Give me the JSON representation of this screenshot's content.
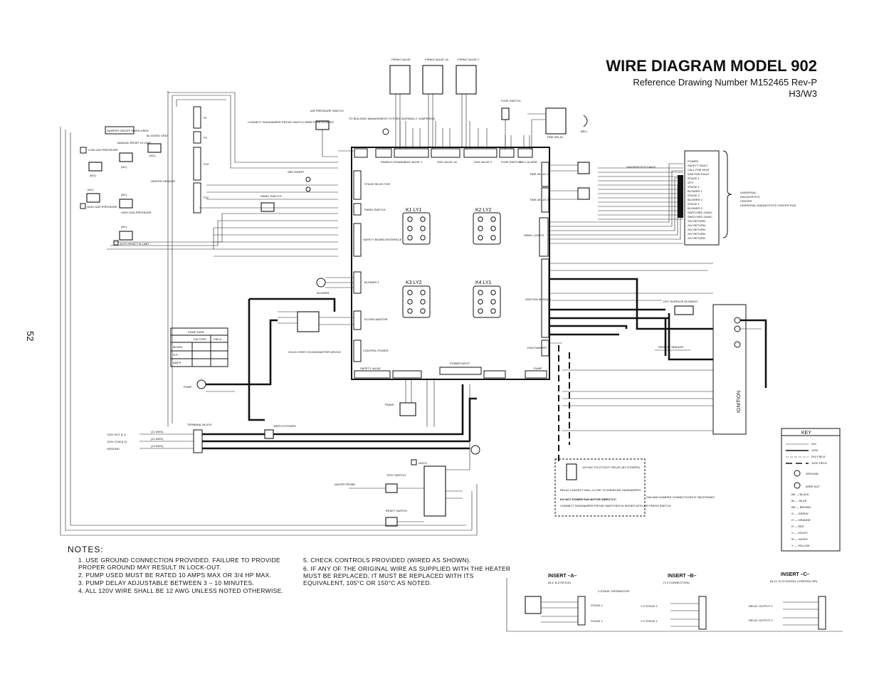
{
  "header": {
    "title": "WIRE DIAGRAM MODEL 902",
    "reference": "Reference Drawing Number M152465 Rev-P",
    "variant": "H3/W3"
  },
  "page_number": "52",
  "top_components": {
    "firing_valve": "FIRING VALVE",
    "firing_valve_1a": "FIRING VALVE 1A",
    "firing_valve_2": "FIRING VALVE 2",
    "fuse_switch": "FUSE SWITCH",
    "time_delay": "TIME DELAY",
    "bell": "BELL",
    "air_pressure_switch": "AIR PRESSURE SWITCH",
    "connect_fan": "CONNECT FAN/DAMPER PROVE SWITCH HERE IF NECESSARY",
    "to_building": "TO BUILDING MANAGEMENT SYSTEM (NORMALLY JUMPERED)"
  },
  "left_components": {
    "damper": "DAMPER ON/OFF WHEN USED",
    "low_gas": "LOW GAS PRESSURE",
    "manual_reset": "MANUAL RESET HI LIMIT",
    "blocked_vent": "BLOCKED VENT",
    "high_gas": "HIGH GAS PRESSURE",
    "heater_sensor": "HEATER SENSOR",
    "high_gas_2": "HIGH GAS PRESSURE",
    "auto_reset": "AUTO RESET HI LIMIT",
    "panel_switch": "PANEL SWITCH",
    "see_insert": "SEE INSERT",
    "nc": "(NC)",
    "no": "(NO)"
  },
  "board": {
    "relays": [
      "K1 LY1",
      "K2 LY2",
      "K3 LY2",
      "K4 LY1"
    ],
    "labels": {
      "stage_selector": "STAGE SELECTOR",
      "panel_switch": "PANEL SWITCH",
      "safety_board": "SAFETY BOARD INTERFACE",
      "blower": "BLOWER 1",
      "econo": "ECONO-MASTER",
      "control_power": "CONTROL POWER",
      "safety_valve": "SAFETY VALVE",
      "power_input": "POWER INPUT",
      "panel_lights": "PANEL LIGHTS",
      "time_delay_1": "TIME DELAY 1",
      "time_delay_2": "TIME DELAY 2",
      "ignition_module": "IGNITION MODULE",
      "fan_damper": "FAN/ DAMPER",
      "pump": "PUMP",
      "enable": "ENABLE/ DISABLE",
      "gas_valve_1": "GAS VALVE 1",
      "gas_valve_1a": "GAS VALVE 1A",
      "gas_valve_2": "GAS VALVE 2",
      "fuse_switch": "FUSE SWITCH",
      "bell_alarm": "BELL ALARM"
    }
  },
  "right_components": {
    "diagnostics_cable": "DIAGNOSTICS CABLE",
    "udc": "UNIVERSAL DIAGNOSTICS CENTER PCB",
    "udc_pins": [
      "POWER",
      "SAFETY FAULT",
      "CALL FOR HEAT",
      "IGNITION FAULT",
      "STAGE 1",
      "GFV",
      "STAGE 2",
      "BLOWER 1",
      "STAGE 3",
      "BLOWER 2",
      "STAGE 4",
      "BLOWER 3",
      "SWITCHED 24VAC",
      "SWITCHED 24VAC",
      "24V RETURN",
      "24V RETURN",
      "24V RETURN",
      "24V RETURN",
      "24V RETURN"
    ],
    "hot_surface": "HOT SURFACE ELEMENT",
    "remote_sensor": "REMOTE SENSOR",
    "ignition": "IGNITION",
    "pilot_relay": "120 VAC PILOT DUTY RELAY (BY OTHERS)",
    "relay_contact": "RELAY CONTACT WILL CLOSE TO ENERGIZE FAN/DAMPER.",
    "do_not_power": "DO NOT POWER FAN MOTOR DIRECTLY!",
    "connect_prove": "CONNECT FAN/DAMPER PROVE SWITCHES IN SERIES WITH AIR PRESS SWITCH",
    "fan_damper_conn": "FAN AND DAMPER CONNECTIONS IF NECESSARY"
  },
  "pump_data": {
    "title": "PUMP DATA",
    "col_factory": "FACTORY",
    "col_field": "FIELD",
    "rows": [
      "MODEL",
      "H.P. :",
      "AMPS"
    ]
  },
  "bottom_left": {
    "solid_state": "SOLID-STATE ECONOMASTER DEVICE",
    "blower": "BLOWER",
    "pump": "PUMP",
    "trans": "TRANS",
    "terminal_block": "TERMINAL BLOCK",
    "hot": "120V HOT (L1)",
    "com": "120V COM (L2)",
    "ground": "GROUND",
    "wire12": "(12 AWG)",
    "switch_power": "SWITCH POWER",
    "lwco": "LWCO",
    "water_probe": "WATER PROBE",
    "test_switch": "TEST SWITCH",
    "reset_switch": "RESET SWITCH"
  },
  "key": {
    "title": "KEY",
    "items": [
      "24V",
      "120V",
      "24V FIELD",
      "120V FIELD",
      "GROUND",
      "WIRE NUT"
    ],
    "colors": [
      "BK — BLACK",
      "BL — BLUE",
      "BR — BROWN",
      "G — GREEN",
      "O — ORANGE",
      "R — RED",
      "V — VIOLET",
      "W — WHITE",
      "Y — YELLOW"
    ]
  },
  "notes": {
    "heading": "NOTES:",
    "left": [
      "1.  USE GROUND CONNECTION PROVIDED. FAILURE TO PROVIDE",
      "     PROPER GROUND MAY RESULT IN LOCK-OUT.",
      "2.  PUMP USED MUST BE RATED 10 AMPS MAX OR 3/4 HP MAX.",
      "3.  PUMP DELAY ADJUSTABLE BETWEEN 3 – 10 MINUTES.",
      "4.  ALL 120V WIRE SHALL BE 12 AWG UNLESS NOTED OTHERWISE."
    ],
    "right": [
      "5.  CHECK CONTROLS PROVIDED (WIRED AS SHOWN).",
      "6.  IF ANY OF THE ORIGINAL WIRE AS SUPPLIED WITH THE HEATER",
      "     MUST BE REPLACED, IT MUST BE REPLACED WITH ITS",
      "     EQUIVALENT, 105°C OR 150°C AS NOTED."
    ]
  },
  "inserts": [
    {
      "title": "INSERT –A–",
      "sub": "(B-4, B-6 OR B-8)",
      "extra": "2-STAGE THERMOSTAT",
      "lines": [
        "STAGE 2",
        "STAGE 1"
      ]
    },
    {
      "title": "INSERT –B–",
      "sub": "(Y-2 CONNECTION)",
      "extra": "",
      "lines": [
        "Y-2   STAGE 2",
        "Y-2   STAGE 1"
      ]
    },
    {
      "title": "INSERT –C–",
      "sub": "(B-12, B-13 DIGITAL CONTROLLER)",
      "extra": "",
      "lines": [
        "RELAY OUTPUT 2",
        "RELAY OUTPUT 1"
      ]
    }
  ]
}
